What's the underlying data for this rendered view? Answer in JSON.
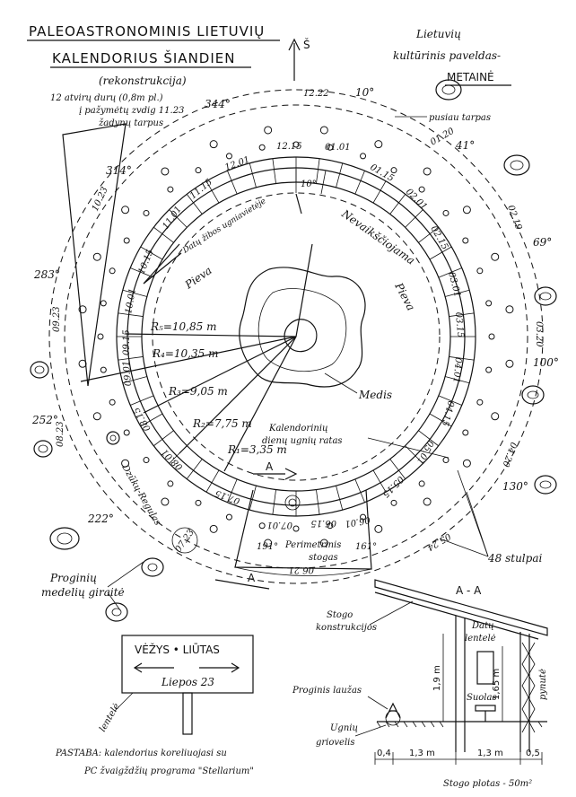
{
  "title": {
    "line1": "PALEOASTRONOMINIS LIETUVIŲ",
    "line2": "KALENDORIUS ŠIANDIEN",
    "line3": "(rekonstrukcija)"
  },
  "heritage": {
    "line1": "Lietuvių",
    "line2": "kultūrinis paveldas-",
    "line3": "METAINĖ"
  },
  "north_label": "Š",
  "labels": {
    "doors": [
      "12 atvirų durų (0,8m pl.)",
      "į pažymėtų zvdig 11.23",
      "žadynų tarpus"
    ],
    "gap": "pusiau tarpas",
    "day_fire": "Datų žibos ugniavietėje",
    "nevaiksciojama": "Nevaikščiojama",
    "pieva1": "Pieva",
    "pieva2": "Pieva",
    "medis": "Medis",
    "fire_ring": [
      "Kalendorinių",
      "dienų ugnių ratas"
    ],
    "posts": "48 stulpai",
    "perimeter": [
      "Perimetrinis",
      "stogas"
    ],
    "grove": [
      "Proginių",
      "medelių giraitė"
    ],
    "dzukas": "Dzūkų-Regulas",
    "section": "A - A",
    "roof_construction": [
      "Stogo",
      "konstrukcijos"
    ],
    "date_board": [
      "Datų",
      "lentelė"
    ],
    "bench": "Suolas",
    "rope": "pynutė",
    "bonfire": "Proginis laužas",
    "groove": [
      "Ugnių",
      "griovelis"
    ],
    "roof_area": "Stogo plotas - 50m²",
    "note": [
      "PASTABA: kalendorius koreliuojasi su",
      "PC žvaigždžių programa \"Stellarium\""
    ],
    "sign_title": "VĖŽYS • LIŪTAS",
    "sign_date": "Liepos 23",
    "sign_plate": "lentelė"
  },
  "radii": [
    "R₅=10,85 m",
    "R₄=10,35 m",
    "R₃=9,05 m",
    "R₂=7,75 m",
    "R₁=3,35 m"
  ],
  "dates": [
    "12.22",
    "01.01",
    "01.15",
    "02.01",
    "02.15",
    "03.01",
    "03.15",
    "04.01",
    "04.15",
    "05.01",
    "05.15",
    "05.24",
    "06.21",
    "06.15",
    "06.01",
    "07.01",
    "07.15",
    "08.01",
    "08.15",
    "09.01",
    "09.15",
    "10.01",
    "10.15",
    "11.01",
    "11.15",
    "12.01",
    "12.15",
    "01.20",
    "02.19",
    "03.20",
    "04.20",
    "08.23",
    "09.23",
    "10.23",
    "07.23"
  ],
  "angles": [
    "10°",
    "344°",
    "41°",
    "69°",
    "100°",
    "130°",
    "314°",
    "283°",
    "252°",
    "222°",
    "161°",
    "191°",
    "10°"
  ],
  "dimensions": [
    "0,4",
    "1,3 m",
    "1,3 m",
    "0,5",
    "1,9 m",
    "1,65 m"
  ],
  "section_mark": "A"
}
